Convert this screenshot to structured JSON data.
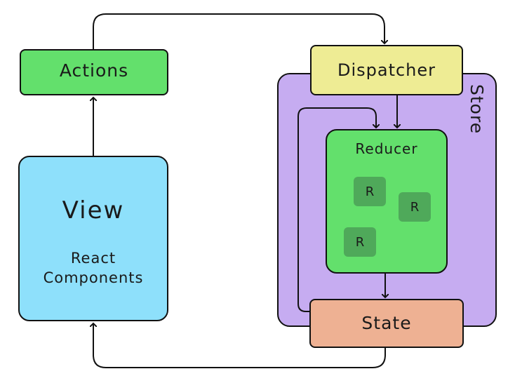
{
  "nodes": {
    "actions": "Actions",
    "view": {
      "title": "View",
      "subtitle_line1": "React",
      "subtitle_line2": "Components"
    },
    "dispatcher": "Dispatcher",
    "store": "Store",
    "reducer": "Reducer",
    "reducer_items": [
      "R",
      "R",
      "R"
    ],
    "state": "State"
  },
  "colors": {
    "actions": "#63e06c",
    "view": "#8ee0fb",
    "dispatcher": "#eeec94",
    "store": "#c6acf1",
    "reducer": "#63e06c",
    "reducer_item": "#4fa95a",
    "state": "#eeb193"
  }
}
